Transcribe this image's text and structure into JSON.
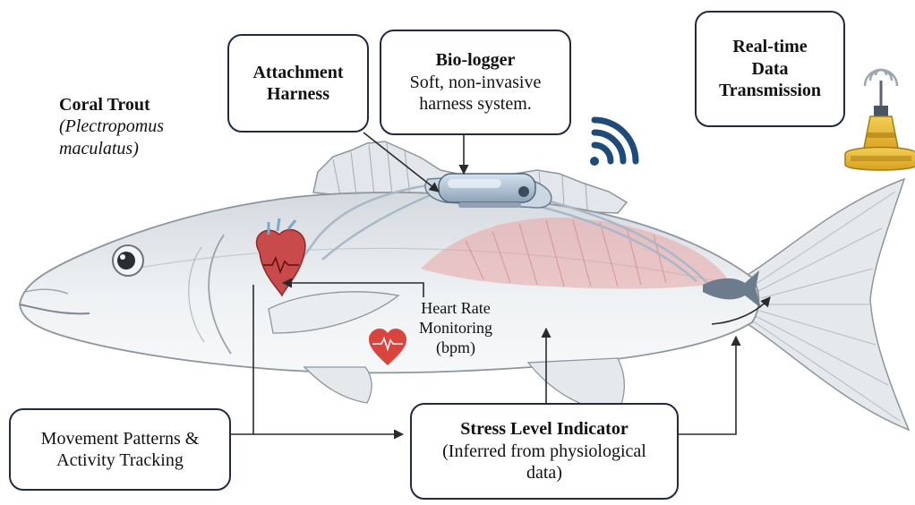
{
  "species": {
    "common_name": "Coral Trout",
    "scientific_name_line1": "(Plectropomus",
    "scientific_name_line2": "maculatus)"
  },
  "callouts": {
    "attachment": {
      "line1": "Attachment",
      "line2": "Harness"
    },
    "biologger": {
      "title": "Bio-logger",
      "desc_line1": "Soft, non-invasive",
      "desc_line2": "harness system."
    },
    "realtime": {
      "line1": "Real-time",
      "line2": "Data",
      "line3": "Transmission"
    },
    "movement": {
      "line1": "Movement Patterns &",
      "line2": "Activity Tracking"
    },
    "stress": {
      "title": "Stress Level Indicator",
      "desc_line1": "(Inferred from physiological",
      "desc_line2": "data)"
    }
  },
  "heart_rate": {
    "line1": "Heart Rate",
    "line2": "Monitoring",
    "line3": "(bpm)"
  },
  "icons": {
    "wifi": "wifi-icon",
    "buoy": "buoy-icon",
    "heart": "heart-icon",
    "anatomical_heart": "anatomical-heart-icon"
  },
  "colors": {
    "box_border": "#1f2a44",
    "arrow": "#2b2b2b",
    "muscle": "#e8a4a4",
    "heart": "#c94a4a",
    "buoy": "#e8b93a",
    "wifi": "#1e4b7a",
    "fish_body": "#e9ecef"
  }
}
